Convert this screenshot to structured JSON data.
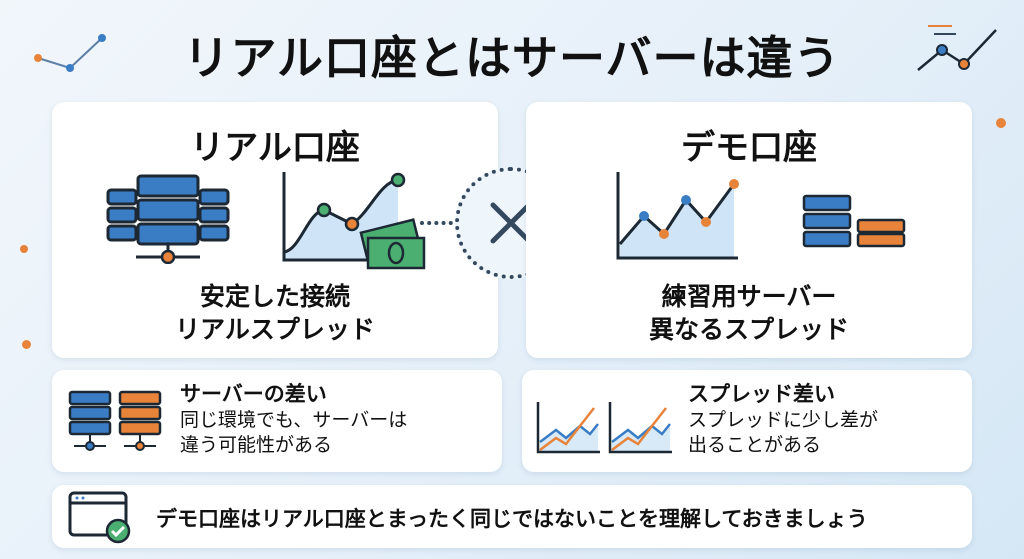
{
  "title": "リアル口座とはサーバーは違う",
  "real": {
    "title": "リアル口座",
    "lines": [
      "安定した接続",
      "リアルスプレッド"
    ]
  },
  "demo": {
    "title": "デモ口座",
    "lines": [
      "練習用サーバー",
      "異なるスプレッド"
    ]
  },
  "server_diff": {
    "title": "サーバーの差い",
    "lines": [
      "同じ環境でも、サーバーは",
      "違う可能性がある"
    ]
  },
  "spread_diff": {
    "title": "スプレッド差い",
    "lines": [
      "スプレッドに少し差が",
      "出ることがある"
    ]
  },
  "banner": {
    "text": "デモ口座はリアル口座とまったく同じではないことを理解しておきましょう"
  },
  "colors": {
    "blue": "#3b7dc4",
    "orange": "#e8833a",
    "green": "#4caf72",
    "dark": "#1c2833"
  }
}
